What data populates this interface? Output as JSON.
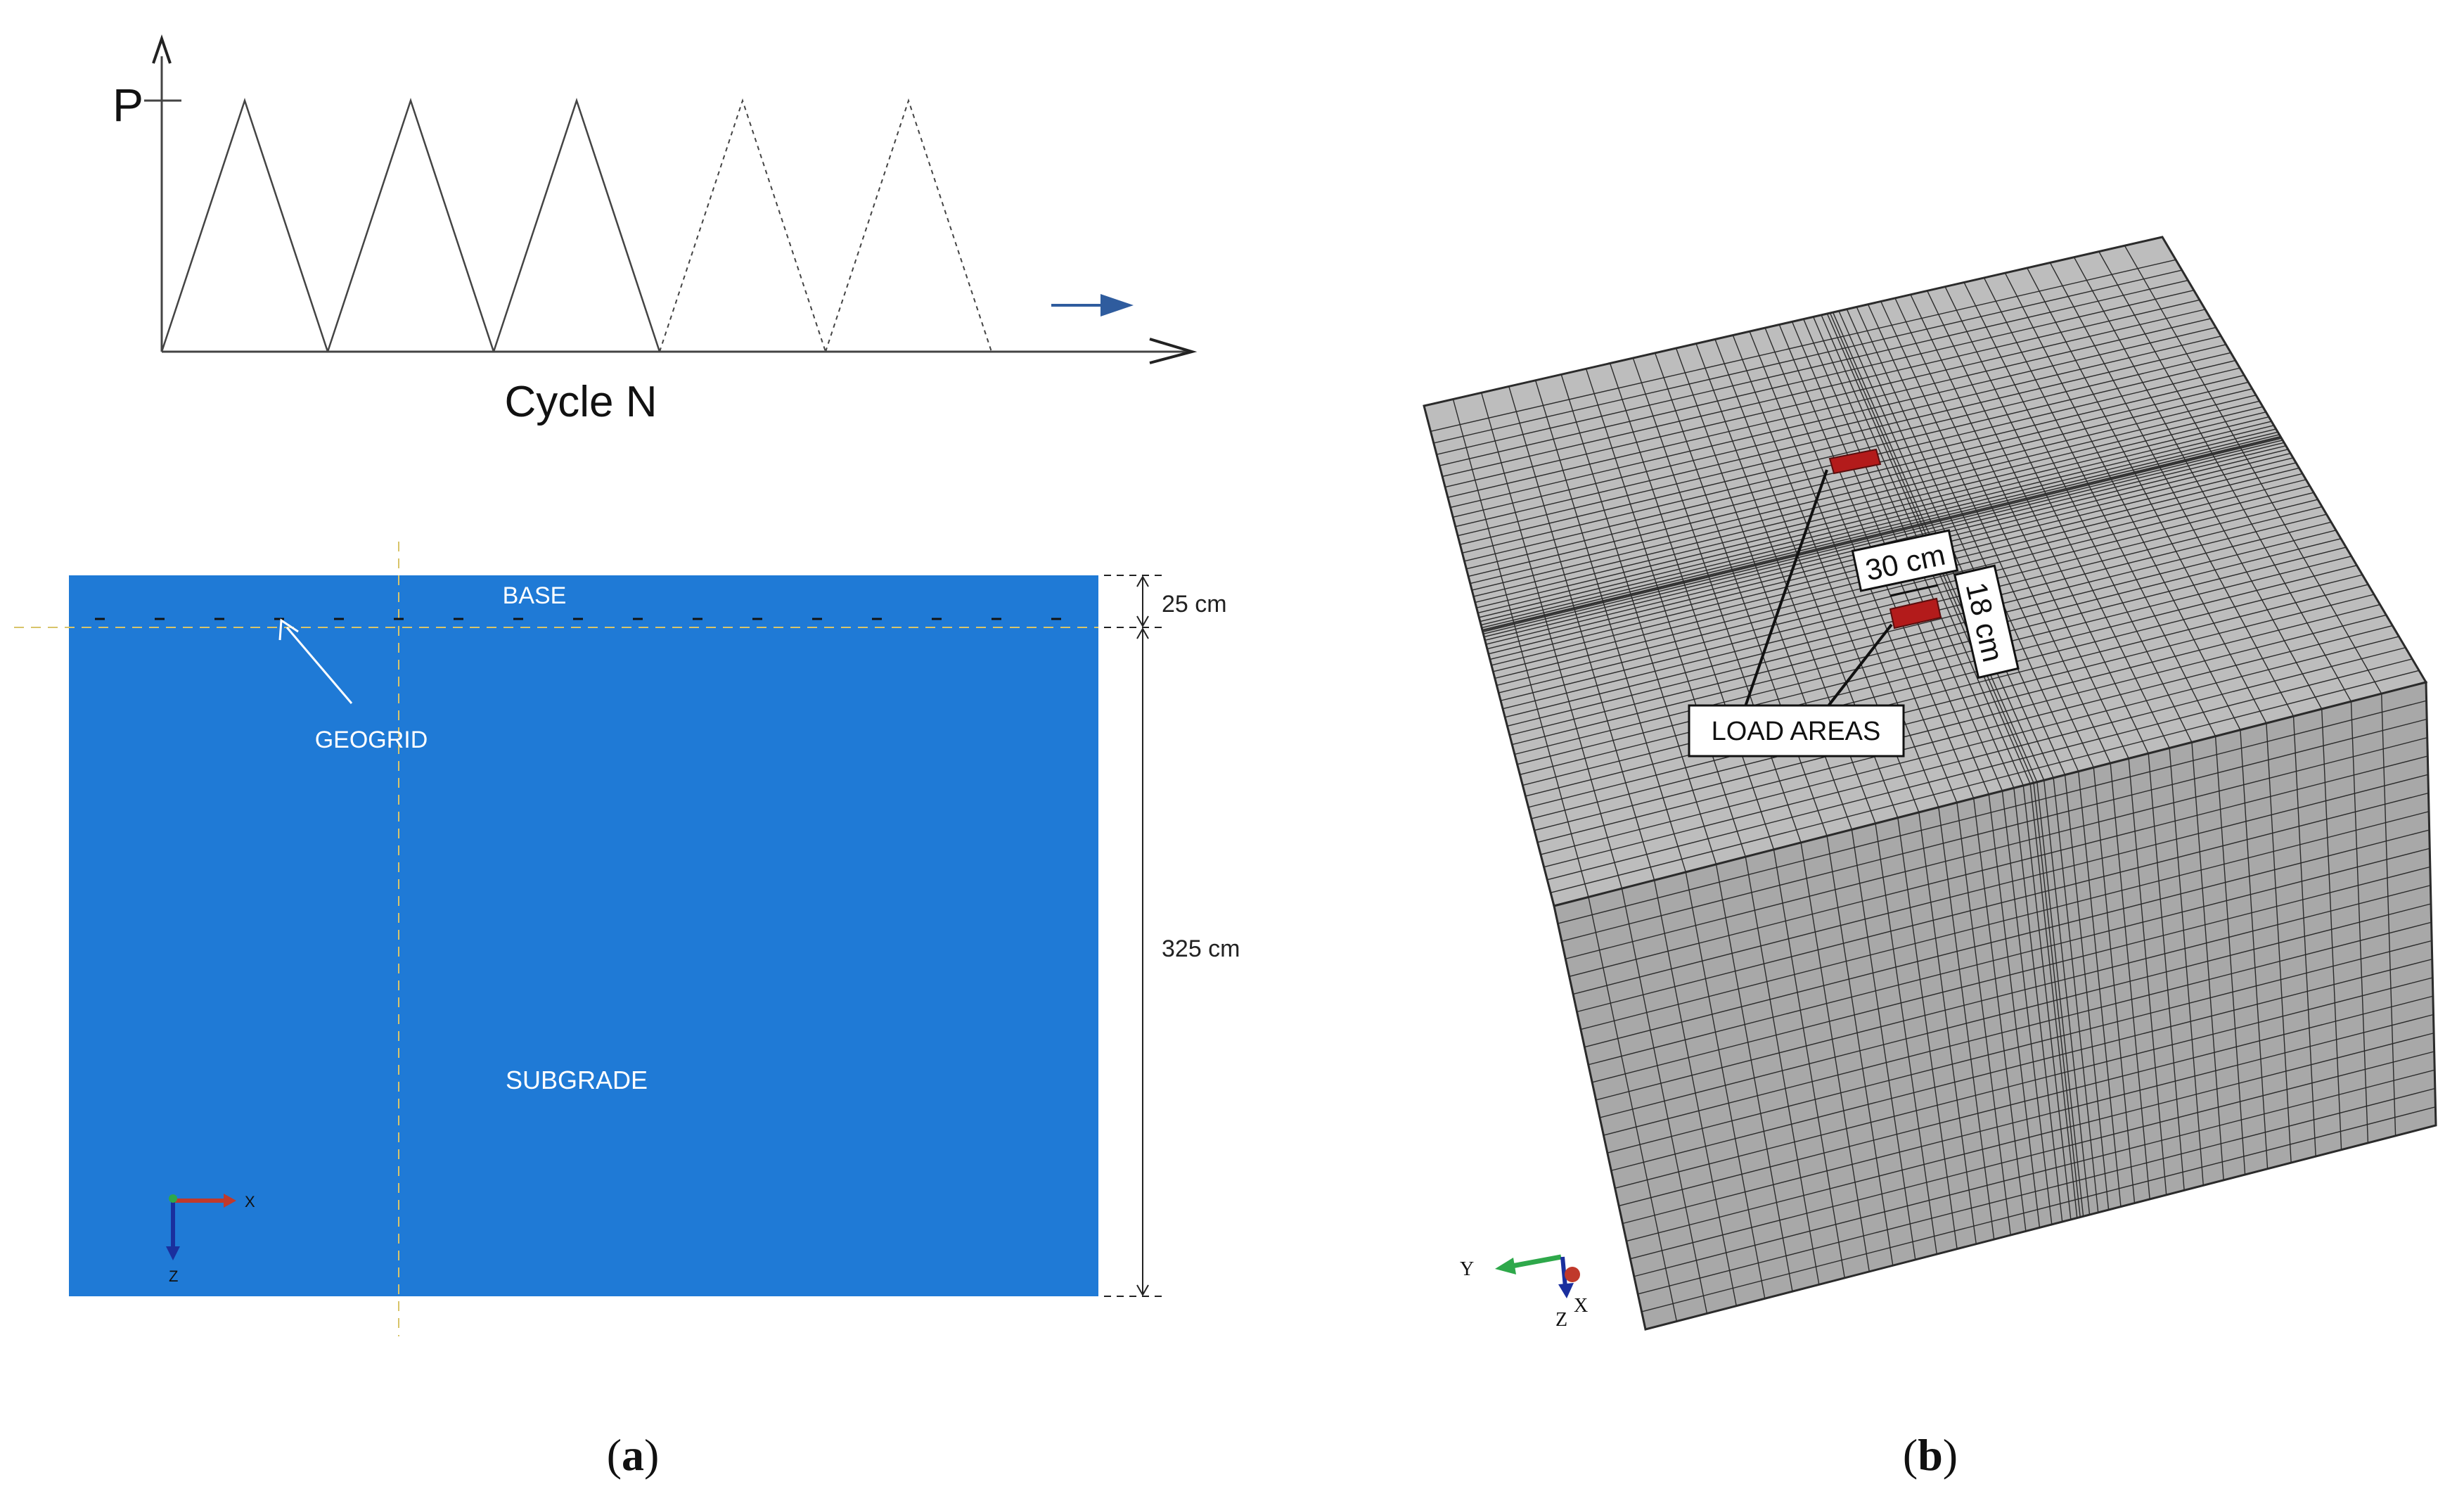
{
  "panel_a": {
    "load_plot": {
      "y_label": "P",
      "x_label": "Cycle N",
      "cycles_solid": 3,
      "cycles_dashed": 2,
      "line_color": "#444444",
      "arrow_color": "#2f5c9e"
    },
    "section": {
      "fill_color": "#1f7ad6",
      "base_label": "BASE",
      "geogrid_label": "GEOGRID",
      "subgrade_label": "SUBGRADE",
      "base_thickness_label": "25 cm",
      "subgrade_thickness_label": "325 cm",
      "axis_x": "X",
      "axis_z": "Z"
    },
    "caption_open": "(",
    "caption_letter": "a",
    "caption_close": ")"
  },
  "panel_b": {
    "mesh_top_color": "#bdbdbd",
    "mesh_side_color": "#a8a8a8",
    "mesh_line_color": "#2b2b2b",
    "load_color": "#b31b1b",
    "load_label": "LOAD AREAS",
    "width_label": "30 cm",
    "length_label": "18 cm",
    "axis_y": "Y",
    "axis_z": "Z",
    "axis_x": "X",
    "caption_open": "(",
    "caption_letter": "b",
    "caption_close": ")"
  }
}
